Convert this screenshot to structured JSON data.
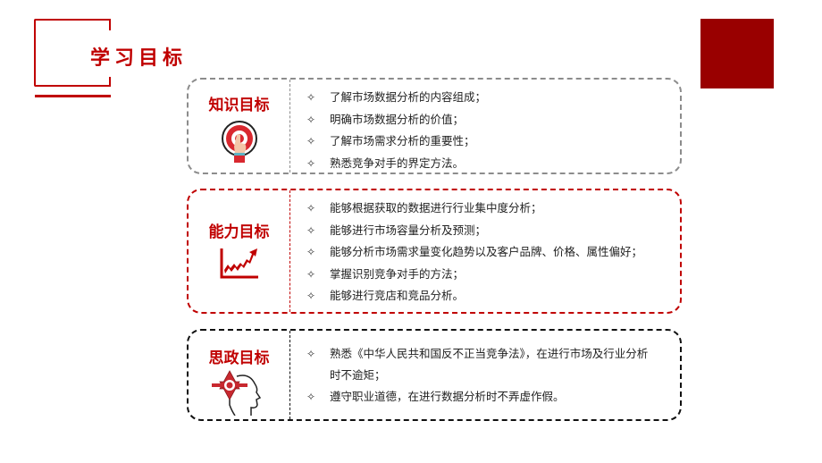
{
  "header": {
    "title": "学习目标",
    "accent_color": "#c00000",
    "corner_square_color": "#990000"
  },
  "goals": [
    {
      "label": "知识目标",
      "icon": "target-icon",
      "border_color": "#8c8c8c",
      "items": [
        "了解市场数据分析的内容组成；",
        "明确市场数据分析的价值；",
        "了解市场需求分析的重要性；",
        "熟悉竞争对手的界定方法。"
      ]
    },
    {
      "label": "能力目标",
      "icon": "growth-chart-icon",
      "border_color": "#c00000",
      "items": [
        "能够根据获取的数据进行行业集中度分析；",
        "能够进行市场容量分析及预测；",
        "能够分析市场需求量变化趋势以及客户品牌、价格、属性偏好；",
        "掌握识别竞争对手的方法；",
        "能够进行竞店和竞品分析。"
      ]
    },
    {
      "label": "思政目标",
      "icon": "head-star-icon",
      "border_color": "#111111",
      "items": [
        "熟悉《中华人民共和国反不正当竞争法》，在进行市场及行业分析时不逾矩；",
        "遵守职业道德，在进行数据分析时不弄虚作假。"
      ]
    }
  ],
  "bullet_glyph": "✧"
}
